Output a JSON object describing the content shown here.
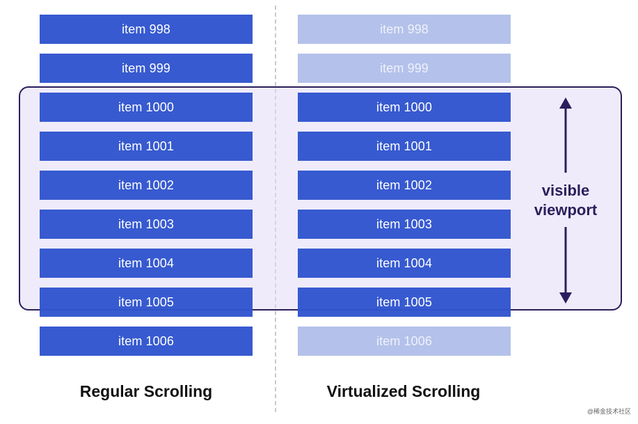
{
  "regular": {
    "caption": "Regular Scrolling",
    "items": [
      {
        "label": "item 998",
        "visible": true
      },
      {
        "label": "item 999",
        "visible": true
      },
      {
        "label": "item 1000",
        "visible": true
      },
      {
        "label": "item 1001",
        "visible": true
      },
      {
        "label": "item 1002",
        "visible": true
      },
      {
        "label": "item 1003",
        "visible": true
      },
      {
        "label": "item 1004",
        "visible": true
      },
      {
        "label": "item 1005",
        "visible": true
      },
      {
        "label": "item 1006",
        "visible": true
      }
    ]
  },
  "virtualized": {
    "caption": "Virtualized Scrolling",
    "items": [
      {
        "label": "item 998",
        "visible": false
      },
      {
        "label": "item 999",
        "visible": false
      },
      {
        "label": "item 1000",
        "visible": true
      },
      {
        "label": "item 1001",
        "visible": true
      },
      {
        "label": "item 1002",
        "visible": true
      },
      {
        "label": "item 1003",
        "visible": true
      },
      {
        "label": "item 1004",
        "visible": true
      },
      {
        "label": "item 1005",
        "visible": true
      },
      {
        "label": "item 1006",
        "visible": false
      }
    ]
  },
  "viewport": {
    "label_line1": "visible",
    "label_line2": "viewport"
  },
  "watermark": "@稀金技术社区",
  "colors": {
    "active_item": "#3155ce",
    "ghost_item": "#b4c1ea",
    "viewport_border": "#2a1f5c",
    "viewport_fill": "#e2dbf6"
  }
}
